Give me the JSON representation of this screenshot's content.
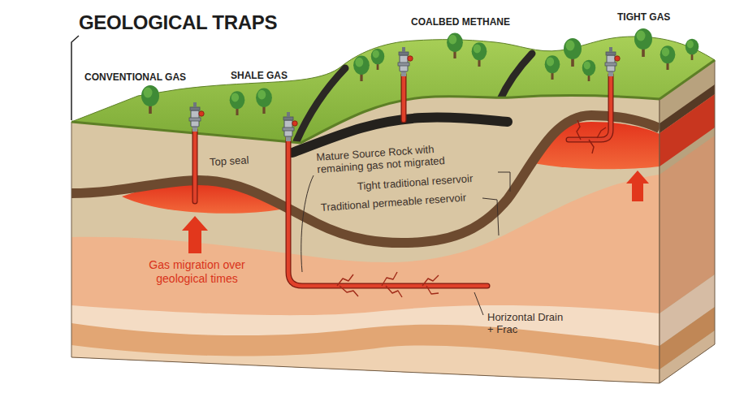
{
  "diagram": {
    "title": "GEOLOGICAL TRAPS",
    "labels": [
      "CONVENTIONAL GAS",
      "SHALE GAS",
      "COALBED METHANE",
      "TIGHT GAS",
      "Top seal",
      "Mature Source Rock with remaining gas not migrated",
      "Tight traditional reservoir",
      "Traditional permeable reservoir",
      "Gas migration over geological times",
      "Horizontal Drain + Frac"
    ]
  }
}
